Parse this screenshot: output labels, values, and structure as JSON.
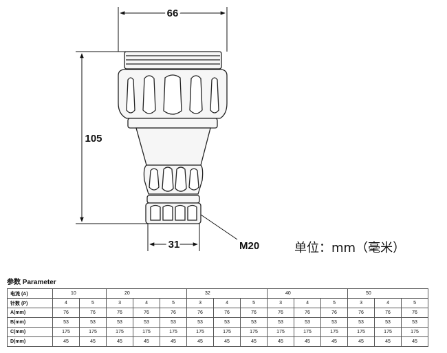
{
  "drawing": {
    "dim_width_top": "66",
    "dim_height": "105",
    "dim_width_bottom": "31",
    "thread_label": "M20",
    "unit_note": "单位：mm（毫米）"
  },
  "table": {
    "heading": "参数 Parameter",
    "current_label": "电流 (A)",
    "current_groups": [
      "10",
      "20",
      "32",
      "40",
      "50"
    ],
    "rows": [
      {
        "label": "针数 (P)",
        "values": [
          "4",
          "5",
          "3",
          "4",
          "5",
          "3",
          "4",
          "5",
          "3",
          "4",
          "5",
          "3",
          "4",
          "5"
        ]
      },
      {
        "label": "A(mm)",
        "values": [
          "76",
          "76",
          "76",
          "76",
          "76",
          "76",
          "76",
          "76",
          "76",
          "76",
          "76",
          "76",
          "76",
          "76"
        ]
      },
      {
        "label": "B(mm)",
        "values": [
          "53",
          "53",
          "53",
          "53",
          "53",
          "53",
          "53",
          "53",
          "53",
          "53",
          "53",
          "53",
          "53",
          "53"
        ]
      },
      {
        "label": "C(mm)",
        "values": [
          "175",
          "175",
          "175",
          "175",
          "175",
          "175",
          "175",
          "175",
          "175",
          "175",
          "175",
          "175",
          "175",
          "175"
        ]
      },
      {
        "label": "D(mm)",
        "values": [
          "45",
          "45",
          "45",
          "45",
          "45",
          "45",
          "45",
          "45",
          "45",
          "45",
          "45",
          "45",
          "45",
          "45"
        ]
      }
    ]
  }
}
